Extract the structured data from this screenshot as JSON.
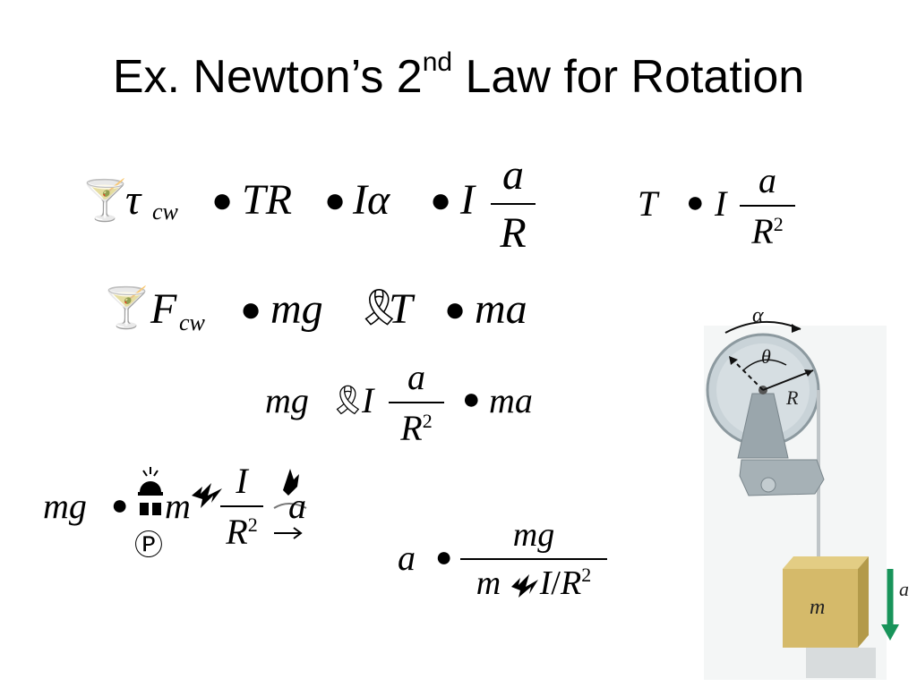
{
  "slide": {
    "title_main": "Ex. Newton’s 2",
    "title_sup": "nd",
    "title_rest": " Law for Rotation"
  },
  "eq1": {
    "martini": "🍸",
    "tau": "τ",
    "sub_cw": "cw",
    "b1": "●",
    "tr": "TR",
    "b2": "●",
    "ia": "Iα",
    "b3": "●",
    "i": "I",
    "num": "a",
    "den": "R"
  },
  "eq2": {
    "t": "T",
    "b": "●",
    "i": "I",
    "num": "a",
    "den": "R",
    "exp": "2"
  },
  "eq3": {
    "martini": "🍸",
    "f": "F",
    "sub_cw": "cw",
    "b1": "●",
    "mg": "mg",
    "ribbon": "🎗",
    "t": "T",
    "b2": "●",
    "ma": "ma"
  },
  "eq4": {
    "mg": "mg",
    "ribbon": "🎗",
    "i": "I",
    "num": "a",
    "den": "R",
    "exp": "2",
    "b": "●",
    "ma": "ma"
  },
  "eq5": {
    "mg": "mg",
    "b": "●",
    "m": "m",
    "num": "I",
    "den": "R",
    "exp": "2",
    "a": "a",
    "circle_p": "Ⓟ"
  },
  "eq6": {
    "a": "a",
    "b": "●",
    "num": "mg",
    "m": "m",
    "i": "I",
    "slash": "/",
    "r": "R",
    "exp": "2"
  },
  "diagram": {
    "alpha": "α",
    "theta": "θ",
    "r": "R",
    "m": "m",
    "a": "a"
  }
}
